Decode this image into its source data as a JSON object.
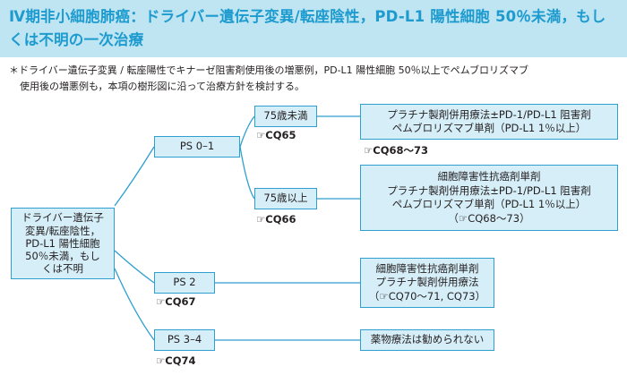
{
  "title": "Ⅳ期非小細胞肺癌：ドライバー遺伝子変異/転座陰性，PD-L1 陽性細胞 50％未満，もしくは不明の一次治療",
  "note": {
    "line1": "＊ドライバー遺伝子変異 / 転座陽性でキナーゼ阻害剤使用後の増悪例，PD-L1 陽性細胞 50％以上でペムブロリズマブ",
    "line2": "使用後の増悪例も，本項の樹形図に沿って治療方針を検討する。"
  },
  "root": {
    "lines": [
      "ドライバー遺伝子",
      "変異/転座陰性，",
      "PD-L1 陽性細胞",
      "50％未満，もし",
      "くは不明"
    ]
  },
  "branches": {
    "ps01": {
      "label": "PS 0–1",
      "age_under75": {
        "label": "75歳未満",
        "ref": "☞CQ65"
      },
      "age_over75": {
        "label": "75歳以上",
        "ref": "☞CQ66"
      },
      "treat_under75": {
        "lines": [
          "プラチナ製剤併用療法±PD-1/PD-L1 阻害剤",
          "ペムブロリズマブ単剤（PD-L1 1％以上）"
        ],
        "ref": "☞CQ68～73"
      },
      "treat_over75": {
        "lines": [
          "細胞障害性抗癌剤単剤",
          "プラチナ製剤併用療法±PD-1/PD-L1 阻害剤",
          "ペムブロリズマブ単剤（PD-L1 1％以上）",
          "（☞CQ68～73）"
        ]
      }
    },
    "ps2": {
      "label": "PS 2",
      "ref": "☞CQ67",
      "treatment": {
        "lines": [
          "細胞障害性抗癌剤単剤",
          "プラチナ製剤併用療法",
          "（☞CQ70～71, CQ73）"
        ]
      }
    },
    "ps34": {
      "label": "PS 3–4",
      "ref": "☞CQ74",
      "treatment": {
        "lines": [
          "薬物療法は勧められない"
        ]
      }
    }
  },
  "colors": {
    "header_bg": "#bfe4f2",
    "title": "#1d9bcf",
    "box_fill": "#d6eef8",
    "box_border": "#2f9fd0",
    "line": "#2f9fd0"
  }
}
